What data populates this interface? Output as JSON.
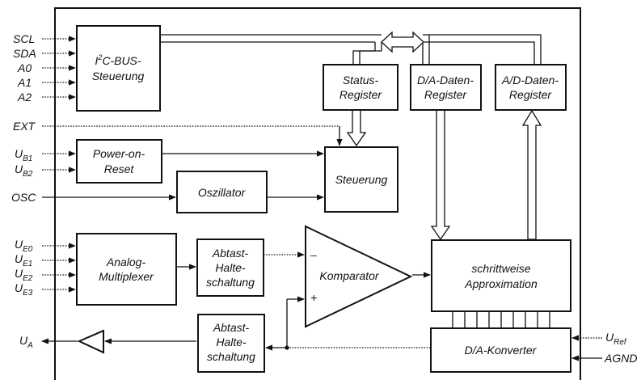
{
  "pins": {
    "scl": "SCL",
    "sda": "SDA",
    "a0": "A0",
    "a1": "A1",
    "a2": "A2",
    "ext": "EXT",
    "ub_main": "U",
    "ub1_sub": "B1",
    "ub2_sub": "B2",
    "osc": "OSC",
    "ue0_sub": "E0",
    "ue1_sub": "E1",
    "ue2_sub": "E2",
    "ue3_sub": "E3",
    "ua_sub": "A",
    "uref_sub": "Ref",
    "agnd": "AGND"
  },
  "blocks": {
    "i2c_line1_pre": "I",
    "i2c_line1_sup": "2",
    "i2c_line1_post": "C-BUS-",
    "i2c_line2": "Steuerung",
    "status_line1": "Status-",
    "status_line2": "Register",
    "da_reg_line1": "D/A-Daten-",
    "da_reg_line2": "Register",
    "ad_reg_line1": "A/D-Daten-",
    "ad_reg_line2": "Register",
    "por_line1": "Power-on-",
    "por_line2": "Reset",
    "steuerung": "Steuerung",
    "oszillator": "Oszillator",
    "mux_line1": "Analog-",
    "mux_line2": "Multiplexer",
    "sh1_line1": "Abtast-",
    "sh1_line2": "Halte-",
    "sh1_line3": "schaltung",
    "sh2_line1": "Abtast-",
    "sh2_line2": "Halte-",
    "sh2_line3": "schaltung",
    "komparator": "Komparator",
    "comp_minus": "–",
    "comp_plus": "+",
    "sar_line1": "schrittweise",
    "sar_line2": "Approximation",
    "dac": "D/A-Konverter"
  }
}
